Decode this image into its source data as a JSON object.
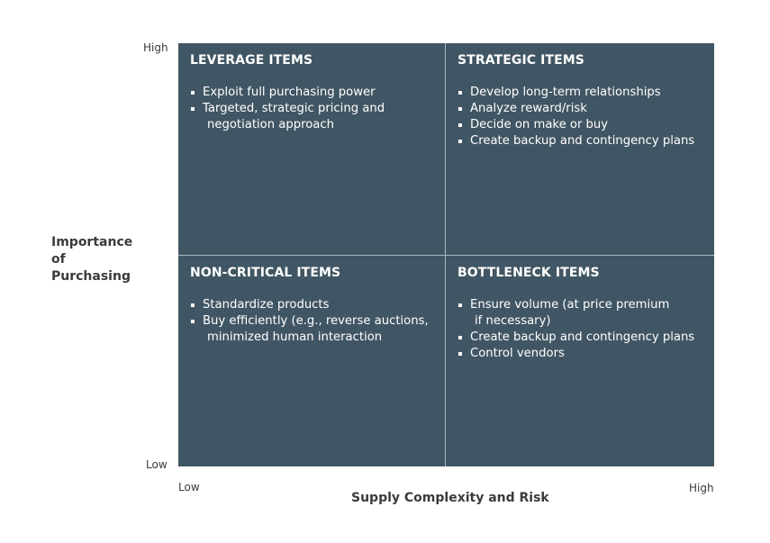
{
  "y_axis": {
    "title_line1": "Importance of",
    "title_line2": "Purchasing",
    "high": "High",
    "low": "Low"
  },
  "x_axis": {
    "title": "Supply Complexity and Risk",
    "low": "Low",
    "high": "High"
  },
  "colors": {
    "quadrant_fill": "#415664",
    "divider": "#a9b6be",
    "text_on_dark": "#ffffff",
    "label_text": "#3b3b3b"
  },
  "quadrants": {
    "leverage": {
      "title": "LEVERAGE ITEMS",
      "bullets": [
        {
          "text": "Exploit full purchasing power",
          "cont": ""
        },
        {
          "text": "Targeted, strategic pricing and",
          "cont": "negotiation approach"
        }
      ]
    },
    "strategic": {
      "title": "STRATEGIC ITEMS",
      "bullets": [
        {
          "text": "Develop long-term relationships",
          "cont": ""
        },
        {
          "text": "Analyze reward/risk",
          "cont": ""
        },
        {
          "text": "Decide on make or buy",
          "cont": ""
        },
        {
          "text": "Create backup and contingency plans",
          "cont": ""
        }
      ]
    },
    "noncritical": {
      "title": "NON-CRITICAL ITEMS",
      "bullets": [
        {
          "text": "Standardize products",
          "cont": ""
        },
        {
          "text": "Buy efficiently (e.g., reverse auctions,",
          "cont": "minimized human interaction"
        }
      ]
    },
    "bottleneck": {
      "title": "BOTTLENECK ITEMS",
      "bullets": [
        {
          "text": "Ensure volume (at price premium",
          "cont": "if necessary)"
        },
        {
          "text": "Create backup and contingency plans",
          "cont": ""
        },
        {
          "text": "Control vendors",
          "cont": ""
        }
      ]
    }
  }
}
